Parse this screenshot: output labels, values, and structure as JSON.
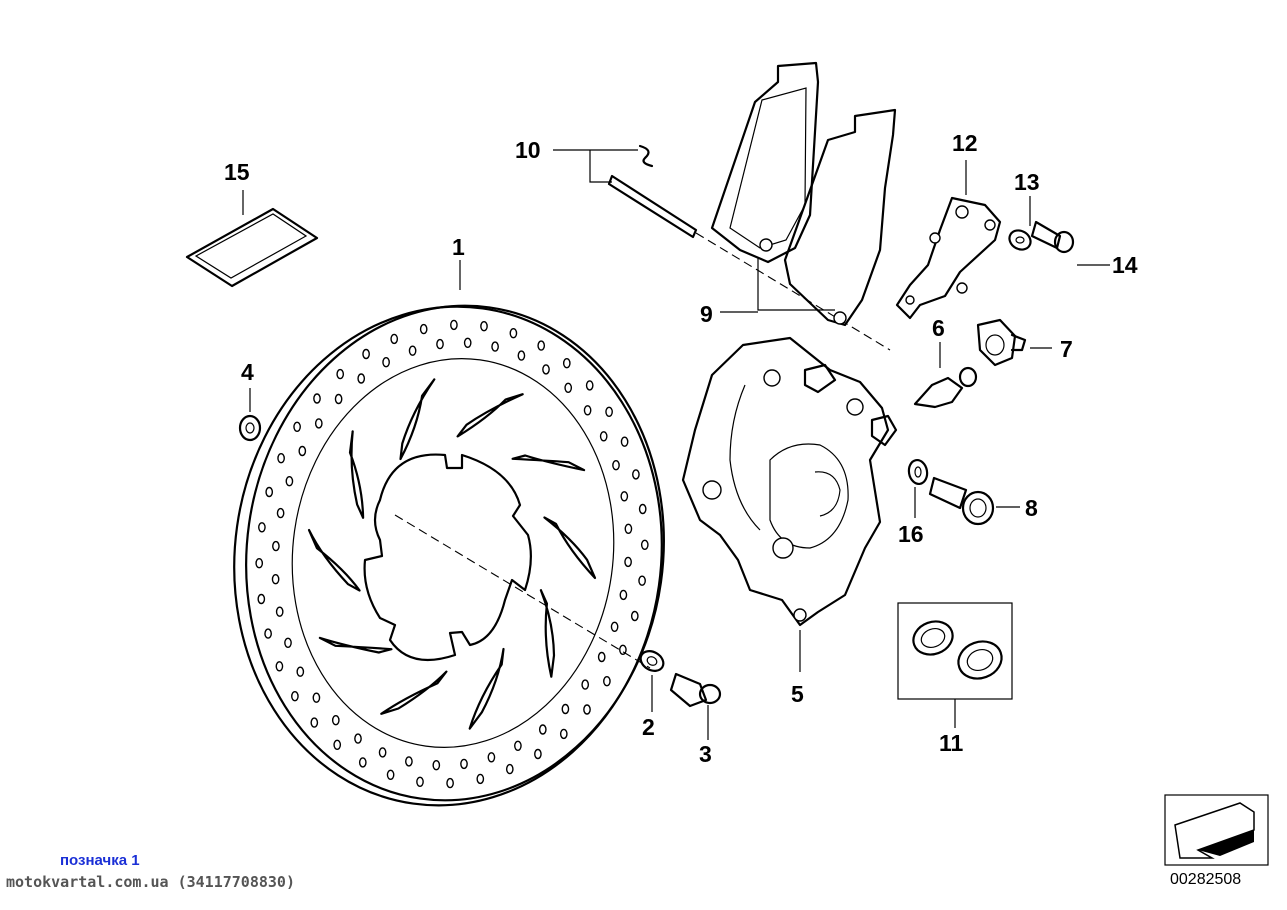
{
  "labels": {
    "l1": "1",
    "l2": "2",
    "l3": "3",
    "l4": "4",
    "l5": "5",
    "l6": "6",
    "l7": "7",
    "l8": "8",
    "l9": "9",
    "l10": "10",
    "l11": "11",
    "l12": "12",
    "l13": "13",
    "l14": "14",
    "l15": "15",
    "l16": "16"
  },
  "footer": {
    "link_text": "позначка 1",
    "site_text": "motokvartal.com.ua (34117708830)",
    "drawing_number": "00282508"
  }
}
